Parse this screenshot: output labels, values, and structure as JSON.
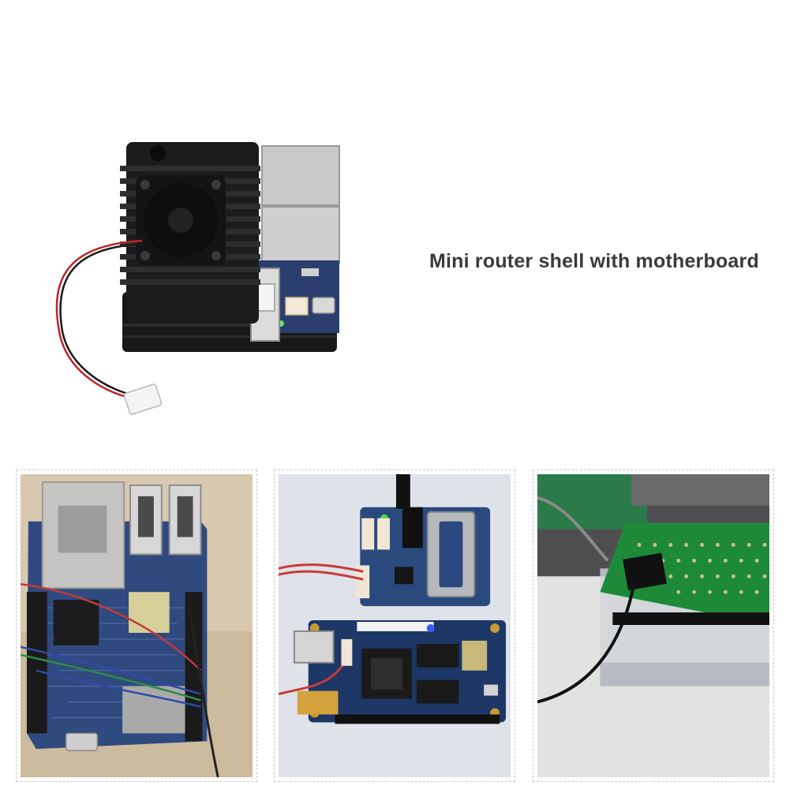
{
  "caption": {
    "text": "Mini router shell with motherboard"
  },
  "colors": {
    "caption_text": "#3a3a3a",
    "heatsink": "#1c1c1e",
    "pcb_blue": "#2a3f6e",
    "pcb_green": "#1d8a3a",
    "frame_border": "#c8c8c8"
  },
  "images": [
    {
      "name": "router-shell-product-photo"
    },
    {
      "name": "board-with-usb-ports-photo"
    },
    {
      "name": "serial-adapter-and-board-photo"
    },
    {
      "name": "prototype-board-photo"
    }
  ]
}
